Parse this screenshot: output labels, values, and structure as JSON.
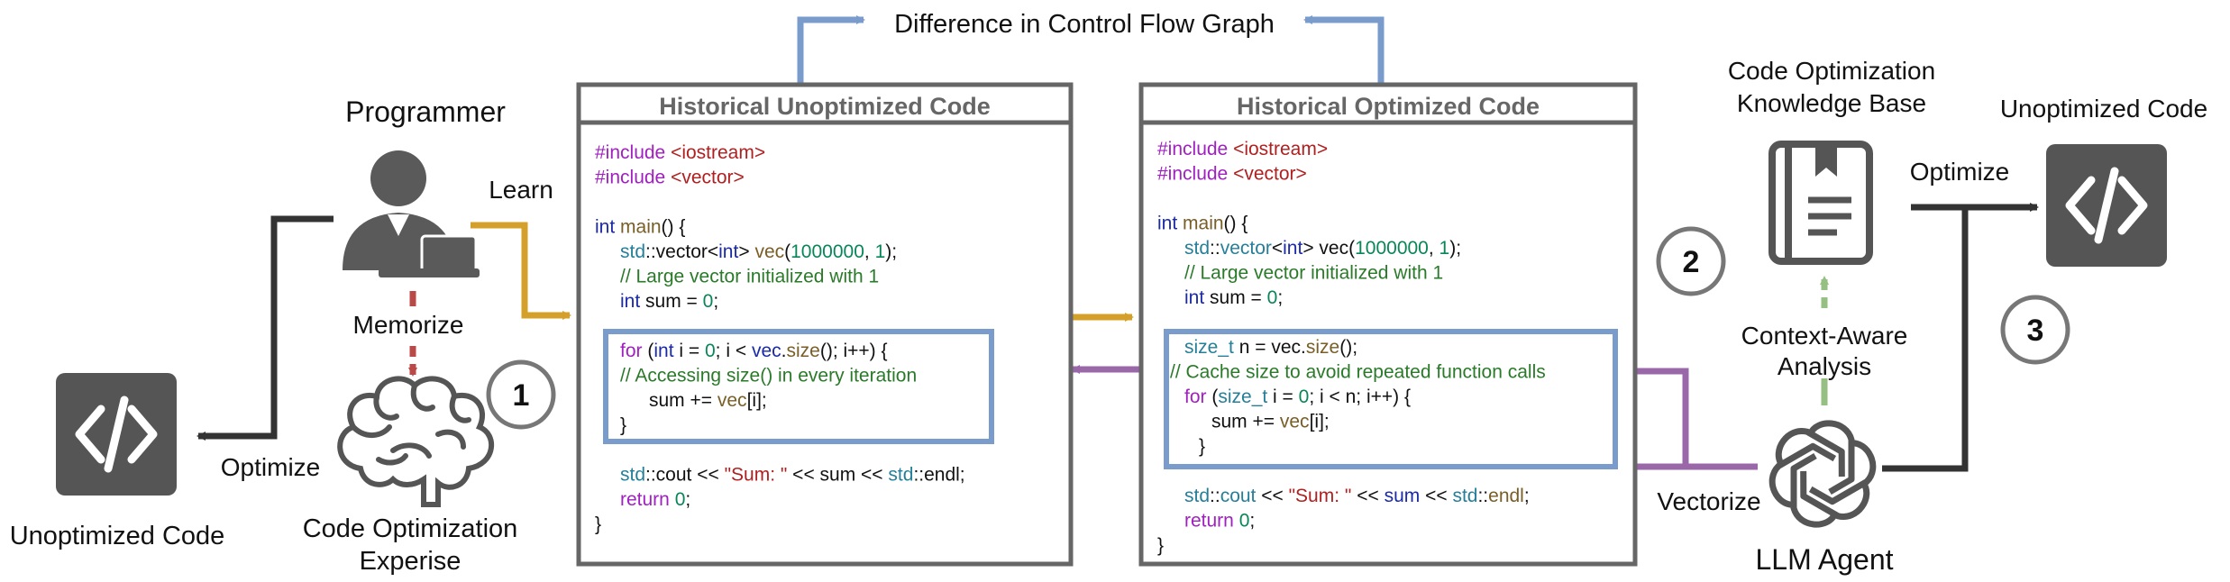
{
  "colors": {
    "gold": "#d4a02a",
    "purple": "#9a68a8",
    "blue": "#7a9ccc",
    "dark": "#333333",
    "gray": "#555555",
    "red": "#b94a48",
    "green": "#96bf84",
    "kw_purple": "#a020c0",
    "kw_blue": "#1b2aa8",
    "str_red": "#b02020",
    "comment_green": "#2a7a2a",
    "type_teal": "#267f99",
    "func_brown": "#795e26",
    "num_green": "#098658"
  },
  "labels": {
    "top_caption": "Difference in Control Flow Graph",
    "programmer": "Programmer",
    "learn": "Learn",
    "memorize": "Memorize",
    "optimize_left": "Optimize",
    "unoptimized_left": "Unoptimized Code",
    "expertise_line1": "Code Optimization",
    "expertise_line2": "Experise",
    "kb_line1": "Code Optimization",
    "kb_line2": "Knowledge Base",
    "unoptimized_right": "Unoptimized Code",
    "optimize_right": "Optimize",
    "context_line1": "Context-Aware",
    "context_line2": "Analysis",
    "vectorize": "Vectorize",
    "llm_agent": "LLM Agent",
    "step1": "1",
    "step2": "2",
    "step3": "3"
  },
  "icons": {
    "programmer": "programmer-laptop-icon",
    "brain": "brain-icon",
    "code_left": "code-brackets-icon",
    "code_right": "code-brackets-icon",
    "book": "book-icon",
    "llm": "openai-logo-icon"
  },
  "panels": {
    "unoptimized": {
      "title": "Historical Unoptimized Code",
      "lines": [
        [
          {
            "t": "#include ",
            "c": "kw_purple"
          },
          {
            "t": "<iostream>",
            "c": "str_red"
          }
        ],
        [
          {
            "t": "#include ",
            "c": "kw_purple"
          },
          {
            "t": "<vector>",
            "c": "str_red"
          }
        ],
        [],
        [
          {
            "t": "int ",
            "c": "kw_blue"
          },
          {
            "t": "main",
            "c": "func_brown"
          },
          {
            "t": "() {",
            "c": "plain"
          }
        ],
        [
          {
            "t": "std",
            "c": "type_teal"
          },
          {
            "t": "::vector<",
            "c": "plain"
          },
          {
            "t": "int",
            "c": "kw_blue"
          },
          {
            "t": "> ",
            "c": "plain"
          },
          {
            "t": "vec",
            "c": "func_brown"
          },
          {
            "t": "(",
            "c": "plain"
          },
          {
            "t": "1000000",
            "c": "num_green"
          },
          {
            "t": ", ",
            "c": "plain"
          },
          {
            "t": "1",
            "c": "num_green"
          },
          {
            "t": ");",
            "c": "plain"
          }
        ],
        [
          {
            "t": "// Large vector initialized with 1",
            "c": "comment_green"
          }
        ],
        [
          {
            "t": "int ",
            "c": "kw_blue"
          },
          {
            "t": "sum = ",
            "c": "plain"
          },
          {
            "t": "0",
            "c": "num_green"
          },
          {
            "t": ";",
            "c": "plain"
          }
        ],
        [],
        [
          {
            "t": "for ",
            "c": "kw_purple"
          },
          {
            "t": "(",
            "c": "plain"
          },
          {
            "t": "int ",
            "c": "kw_blue"
          },
          {
            "t": "i = ",
            "c": "plain"
          },
          {
            "t": "0",
            "c": "num_green"
          },
          {
            "t": "; i < ",
            "c": "plain"
          },
          {
            "t": "vec",
            "c": "kw_blue"
          },
          {
            "t": ".",
            "c": "plain"
          },
          {
            "t": "size",
            "c": "func_brown"
          },
          {
            "t": "(); i++) {",
            "c": "plain"
          }
        ],
        [
          {
            "t": "// Accessing size() in every iteration",
            "c": "comment_green"
          }
        ],
        [
          {
            "t": "sum += ",
            "c": "plain"
          },
          {
            "t": "vec",
            "c": "func_brown"
          },
          {
            "t": "[i];",
            "c": "plain"
          }
        ],
        [
          {
            "t": "}",
            "c": "plain"
          }
        ],
        [],
        [
          {
            "t": "std",
            "c": "type_teal"
          },
          {
            "t": "::cout << ",
            "c": "plain"
          },
          {
            "t": "\"Sum: \"",
            "c": "str_red"
          },
          {
            "t": " << sum << ",
            "c": "plain"
          },
          {
            "t": "std",
            "c": "type_teal"
          },
          {
            "t": "::endl;",
            "c": "plain"
          }
        ],
        [
          {
            "t": "return ",
            "c": "kw_purple"
          },
          {
            "t": "0",
            "c": "num_green"
          },
          {
            "t": ";",
            "c": "plain"
          }
        ],
        [
          {
            "t": "}",
            "c": "plain"
          }
        ]
      ]
    },
    "optimized": {
      "title": "Historical Optimized Code",
      "lines": [
        [
          {
            "t": "#include ",
            "c": "kw_purple"
          },
          {
            "t": "<iostream>",
            "c": "str_red"
          }
        ],
        [
          {
            "t": "#include ",
            "c": "kw_purple"
          },
          {
            "t": "<vector>",
            "c": "str_red"
          }
        ],
        [],
        [
          {
            "t": "int ",
            "c": "kw_blue"
          },
          {
            "t": "main",
            "c": "func_brown"
          },
          {
            "t": "() {",
            "c": "plain"
          }
        ],
        [
          {
            "t": "std",
            "c": "type_teal"
          },
          {
            "t": "::",
            "c": "plain"
          },
          {
            "t": "vector",
            "c": "type_teal"
          },
          {
            "t": "<",
            "c": "plain"
          },
          {
            "t": "int",
            "c": "kw_blue"
          },
          {
            "t": "> vec(",
            "c": "plain"
          },
          {
            "t": "1000000",
            "c": "num_green"
          },
          {
            "t": ", ",
            "c": "plain"
          },
          {
            "t": "1",
            "c": "num_green"
          },
          {
            "t": ");",
            "c": "plain"
          }
        ],
        [
          {
            "t": "// Large vector initialized with 1",
            "c": "comment_green"
          }
        ],
        [
          {
            "t": "int ",
            "c": "kw_blue"
          },
          {
            "t": "sum = ",
            "c": "plain"
          },
          {
            "t": "0",
            "c": "num_green"
          },
          {
            "t": ";",
            "c": "plain"
          }
        ],
        [],
        [
          {
            "t": "size_t ",
            "c": "type_teal"
          },
          {
            "t": "n = vec.",
            "c": "plain"
          },
          {
            "t": "size",
            "c": "func_brown"
          },
          {
            "t": "();",
            "c": "plain"
          }
        ],
        [
          {
            "t": "// Cache size to avoid repeated function calls",
            "c": "comment_green"
          }
        ],
        [
          {
            "t": "for ",
            "c": "kw_purple"
          },
          {
            "t": "(",
            "c": "plain"
          },
          {
            "t": "size_t ",
            "c": "type_teal"
          },
          {
            "t": "i = ",
            "c": "plain"
          },
          {
            "t": "0",
            "c": "num_green"
          },
          {
            "t": "; i < n; i++) {",
            "c": "plain"
          }
        ],
        [
          {
            "t": "sum += ",
            "c": "plain"
          },
          {
            "t": "vec",
            "c": "func_brown"
          },
          {
            "t": "[i];",
            "c": "plain"
          }
        ],
        [
          {
            "t": "}",
            "c": "plain"
          }
        ],
        [],
        [
          {
            "t": "std",
            "c": "type_teal"
          },
          {
            "t": "::",
            "c": "plain"
          },
          {
            "t": "cout ",
            "c": "type_teal"
          },
          {
            "t": "<< ",
            "c": "plain"
          },
          {
            "t": "\"Sum: \"",
            "c": "str_red"
          },
          {
            "t": " << ",
            "c": "plain"
          },
          {
            "t": "sum",
            "c": "kw_blue"
          },
          {
            "t": " << ",
            "c": "plain"
          },
          {
            "t": "std",
            "c": "type_teal"
          },
          {
            "t": "::",
            "c": "plain"
          },
          {
            "t": "endl",
            "c": "func_brown"
          },
          {
            "t": ";",
            "c": "plain"
          }
        ],
        [
          {
            "t": "return ",
            "c": "kw_purple"
          },
          {
            "t": "0",
            "c": "num_green"
          },
          {
            "t": ";",
            "c": "plain"
          }
        ],
        [
          {
            "t": "}",
            "c": "plain"
          }
        ]
      ]
    }
  }
}
